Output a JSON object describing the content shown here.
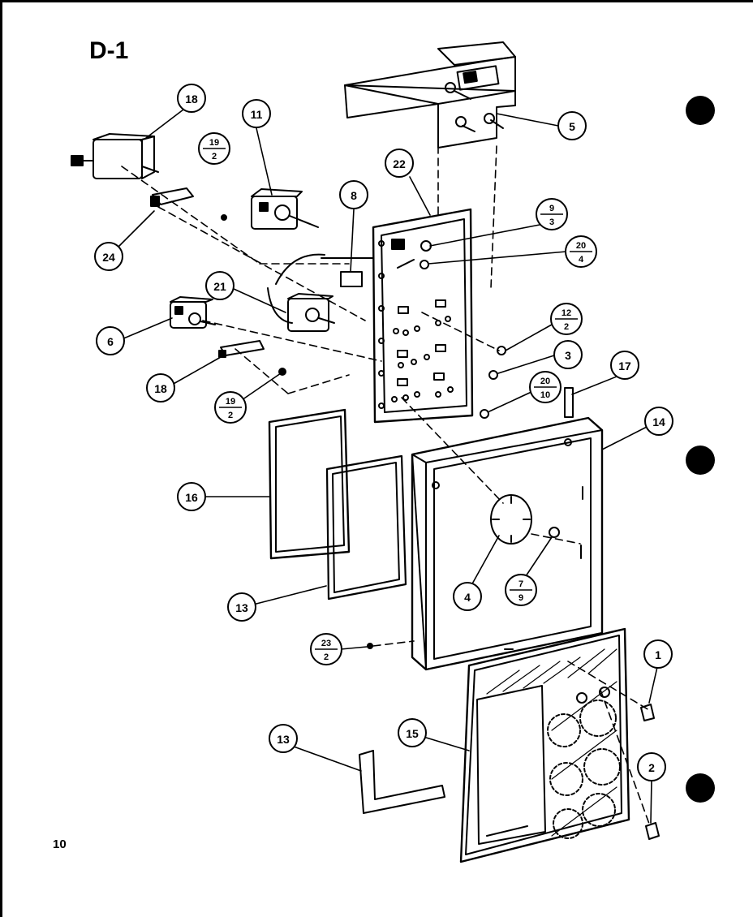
{
  "figure_label": "D-1",
  "page_number": "10",
  "callouts": [
    {
      "id": "c-18-top",
      "label": "18"
    },
    {
      "id": "c-11",
      "label": "11"
    },
    {
      "id": "c-19-2-top",
      "num": "19",
      "den": "2"
    },
    {
      "id": "c-24",
      "label": "24"
    },
    {
      "id": "c-8",
      "label": "8"
    },
    {
      "id": "c-22",
      "label": "22"
    },
    {
      "id": "c-5",
      "label": "5"
    },
    {
      "id": "c-9-3",
      "num": "9",
      "den": "3"
    },
    {
      "id": "c-20-4",
      "num": "20",
      "den": "4"
    },
    {
      "id": "c-21",
      "label": "21"
    },
    {
      "id": "c-6",
      "label": "6"
    },
    {
      "id": "c-12-2",
      "num": "12",
      "den": "2"
    },
    {
      "id": "c-3",
      "label": "3"
    },
    {
      "id": "c-18-mid",
      "label": "18"
    },
    {
      "id": "c-19-2-mid",
      "num": "19",
      "den": "2"
    },
    {
      "id": "c-20-10",
      "num": "20",
      "den": "10"
    },
    {
      "id": "c-17",
      "label": "17"
    },
    {
      "id": "c-14",
      "label": "14"
    },
    {
      "id": "c-16",
      "label": "16"
    },
    {
      "id": "c-13-mid",
      "label": "13"
    },
    {
      "id": "c-4",
      "label": "4"
    },
    {
      "id": "c-7-9",
      "num": "7",
      "den": "9"
    },
    {
      "id": "c-23-2",
      "num": "23",
      "den": "2"
    },
    {
      "id": "c-1",
      "label": "1"
    },
    {
      "id": "c-2",
      "label": "2"
    },
    {
      "id": "c-13-low",
      "label": "13"
    },
    {
      "id": "c-15",
      "label": "15"
    }
  ]
}
